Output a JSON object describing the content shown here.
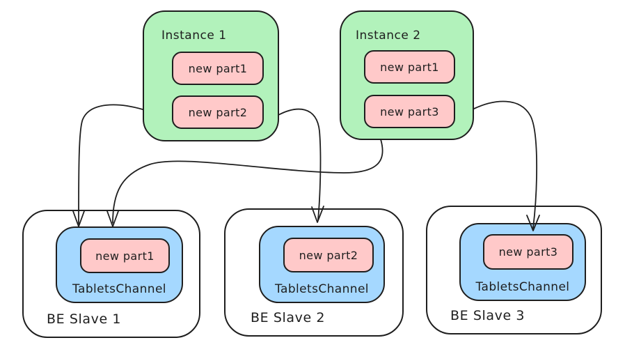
{
  "diagram": {
    "instances": [
      {
        "label": "Instance 1",
        "parts": [
          {
            "label": "new part1"
          },
          {
            "label": "new part2"
          }
        ]
      },
      {
        "label": "Instance 2",
        "parts": [
          {
            "label": "new part1"
          },
          {
            "label": "new part3"
          }
        ]
      }
    ],
    "slaves": [
      {
        "label": "BE Slave 1",
        "channel_label": "TabletsChannel",
        "part_label": "new part1"
      },
      {
        "label": "BE Slave 2",
        "channel_label": "TabletsChannel",
        "part_label": "new part2"
      },
      {
        "label": "BE Slave 3",
        "channel_label": "TabletsChannel",
        "part_label": "new part3"
      }
    ],
    "edges": [
      {
        "from": "Instance 1",
        "to": "BE Slave 1 / TabletsChannel"
      },
      {
        "from": "Instance 2",
        "to": "BE Slave 1 / TabletsChannel"
      },
      {
        "from": "Instance 1",
        "to": "BE Slave 2 / TabletsChannel"
      },
      {
        "from": "Instance 2",
        "to": "BE Slave 3 / TabletsChannel"
      }
    ],
    "colors": {
      "instance_fill": "#b2f2bb",
      "part_fill": "#ffc9c9",
      "channel_fill": "#a5d8ff",
      "stroke": "#1e1e1e",
      "background": "#ffffff"
    }
  }
}
